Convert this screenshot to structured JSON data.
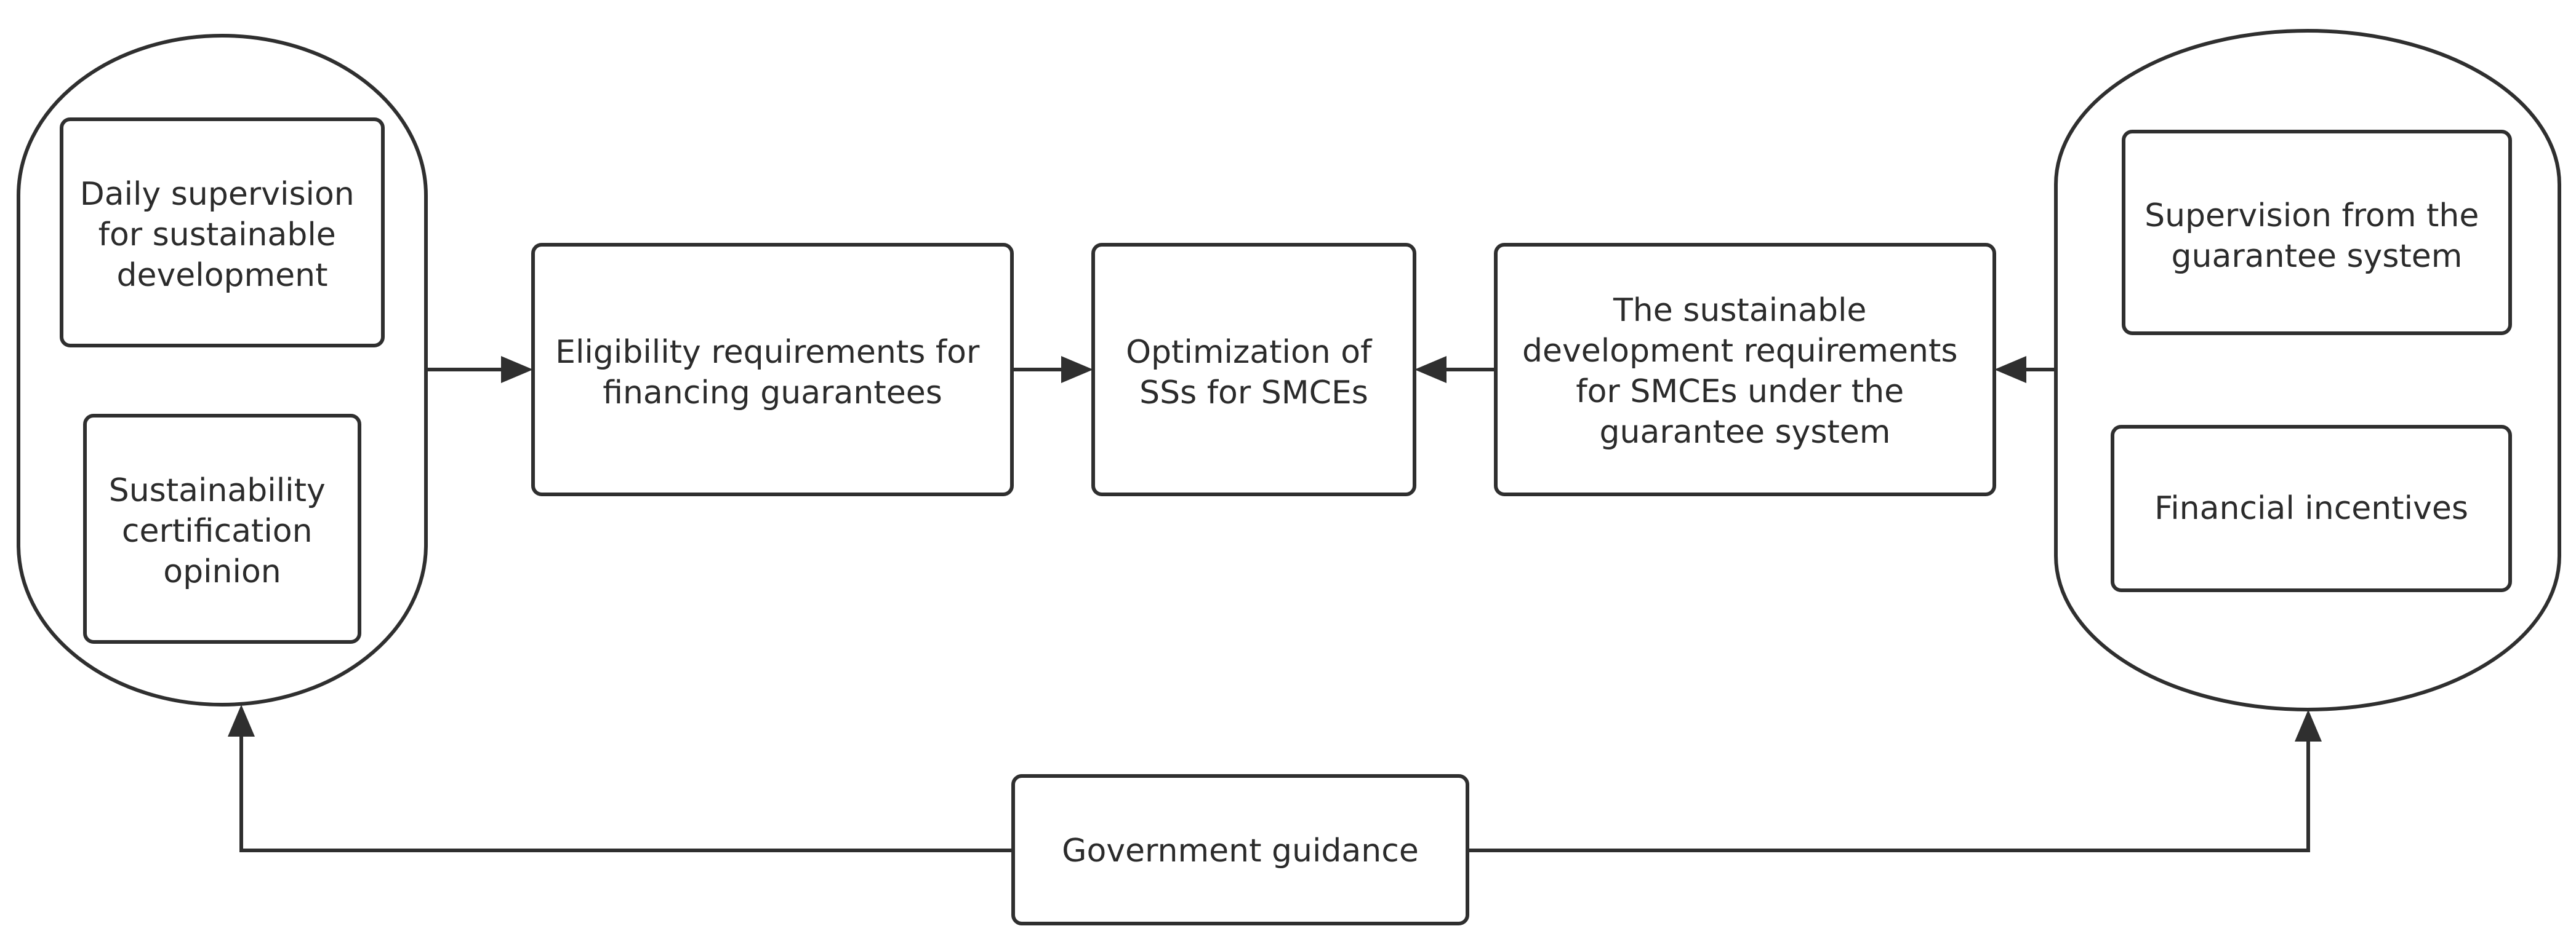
{
  "diagram": {
    "nodes": {
      "daily_supervision": [
        "Daily supervision",
        "for sustainable",
        "development"
      ],
      "sustainability_certification": [
        "Sustainability",
        "certification",
        "opinion"
      ],
      "eligibility_requirements": [
        "Eligibility requirements for",
        "financing guarantees"
      ],
      "optimization": [
        "Optimization of",
        "SSs for SMCEs"
      ],
      "sustainable_requirements": [
        "The sustainable",
        "development requirements",
        "for SMCEs under the",
        "guarantee system"
      ],
      "supervision_guarantee": [
        "Supervision from the",
        "guarantee system"
      ],
      "financial_incentives": [
        "Financial incentives"
      ],
      "government_guidance": [
        "Government guidance"
      ]
    },
    "colors": {
      "stroke": "#2f2f2f",
      "text": "#2b2b2b",
      "fill": "#ffffff"
    }
  }
}
